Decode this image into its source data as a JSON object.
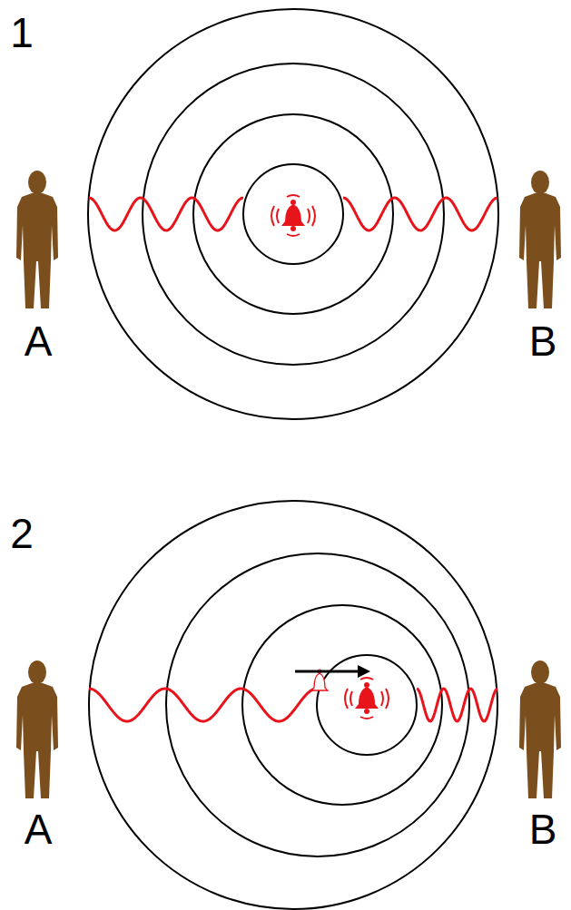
{
  "diagram": {
    "labels": [
      "1",
      "A",
      "B",
      "2",
      "A",
      "B"
    ]
  }
}
